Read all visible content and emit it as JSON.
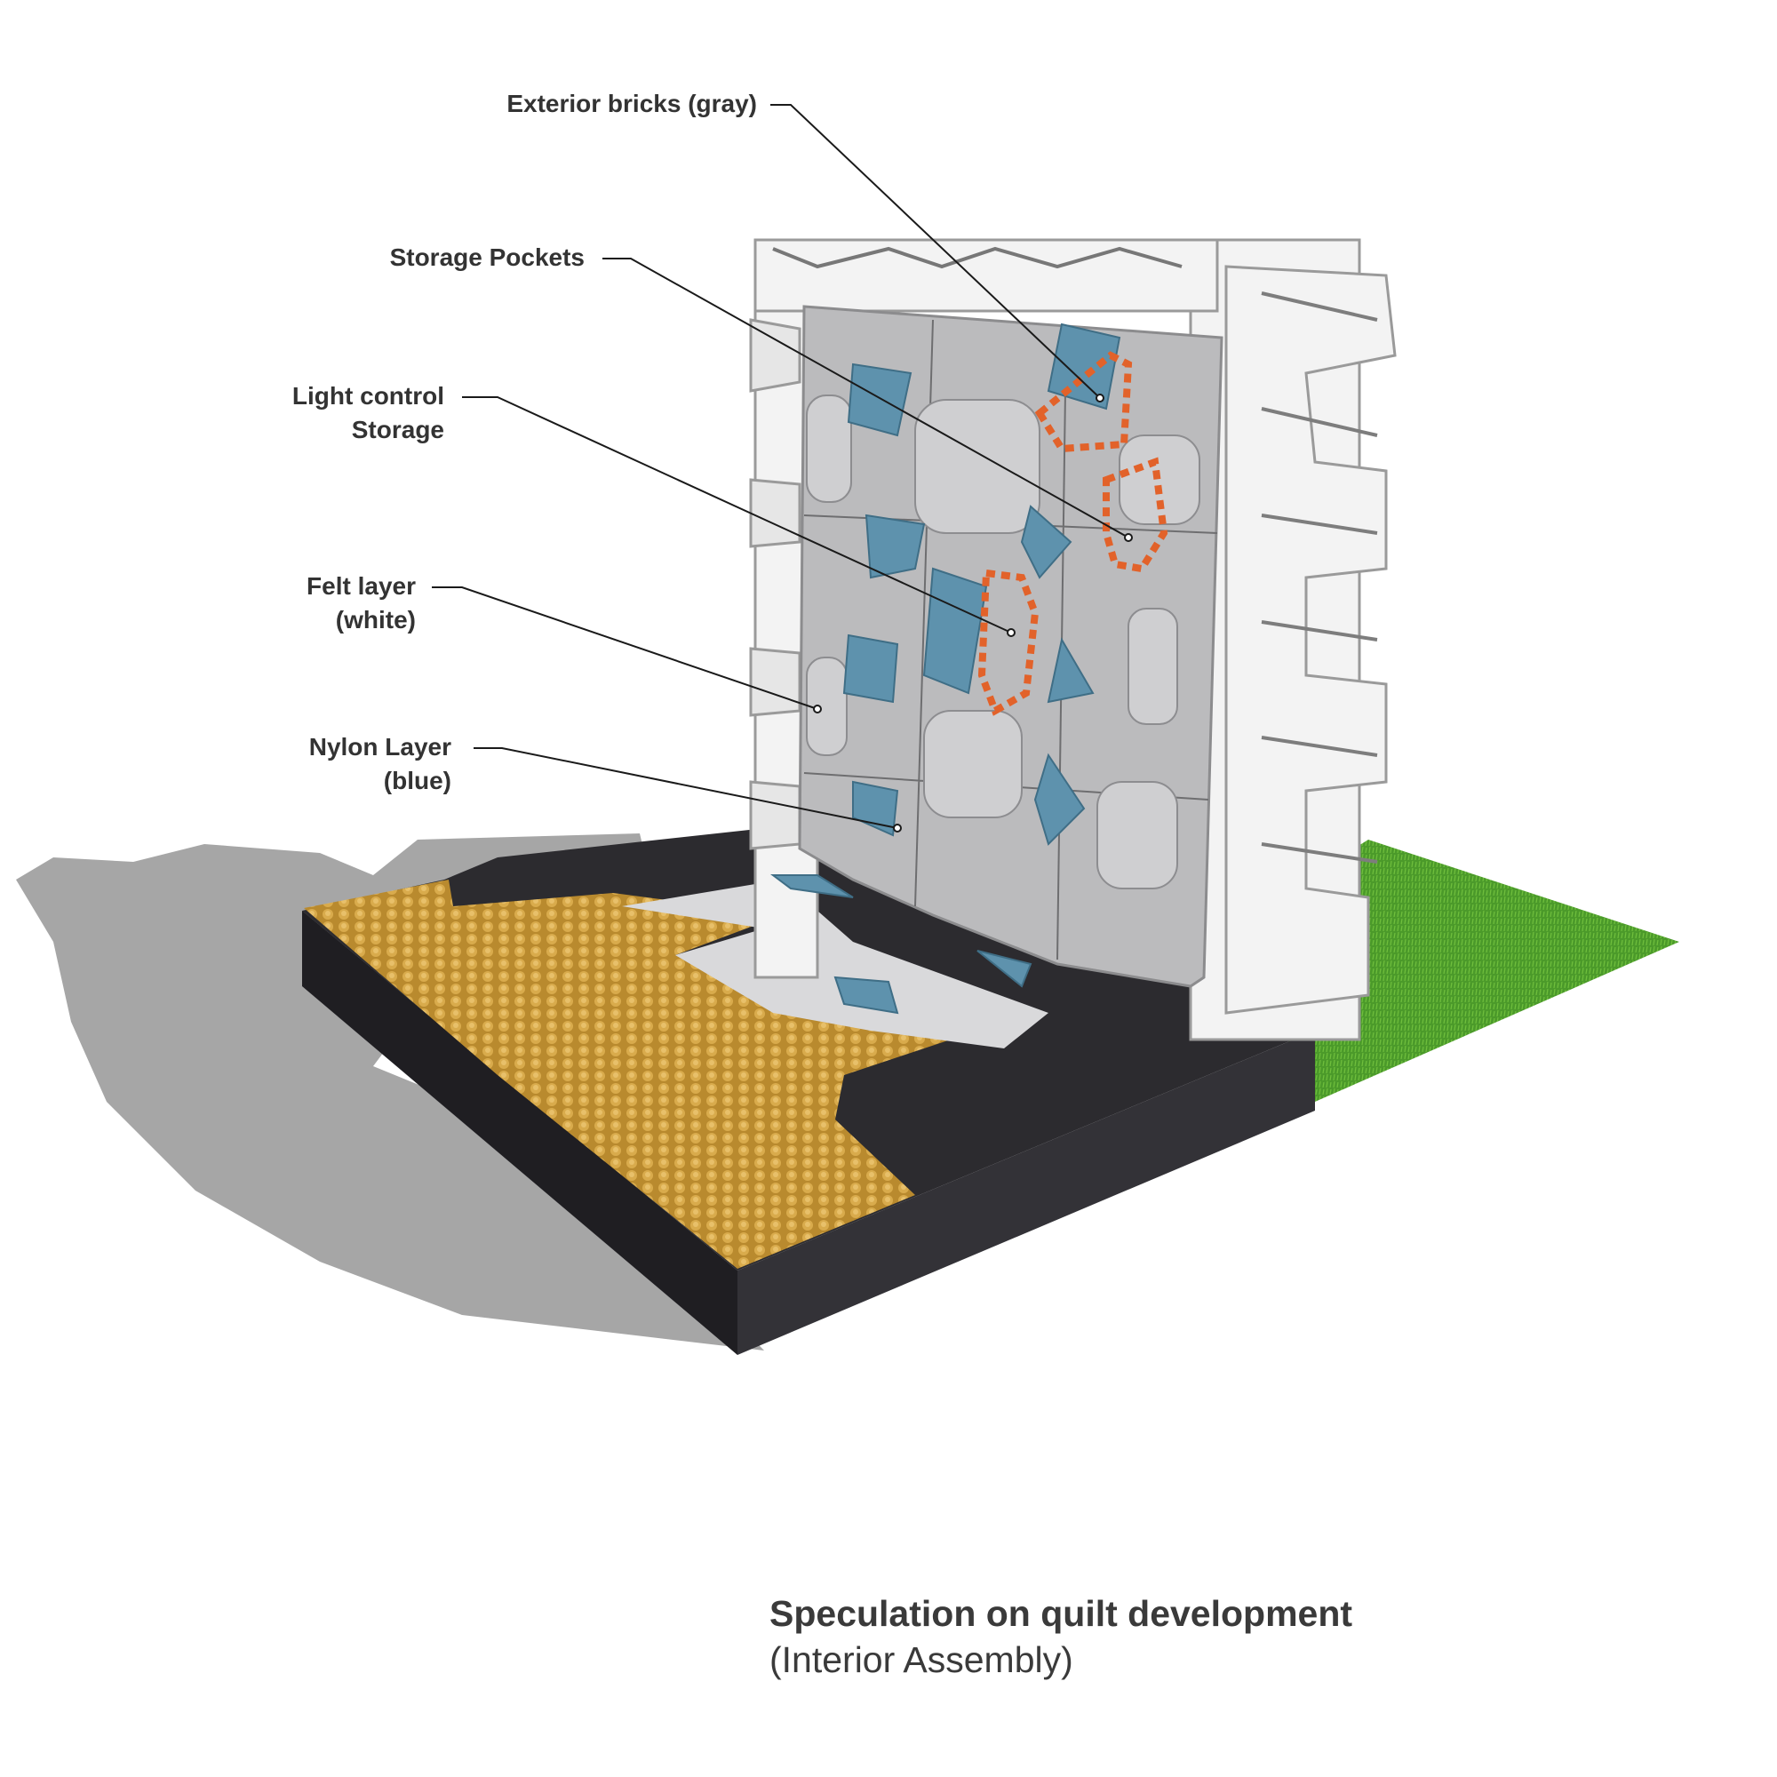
{
  "labels": {
    "exterior_bricks": "Exterior bricks (gray)",
    "storage_pockets": "Storage Pockets",
    "light_control_1": "Light control",
    "light_control_2": "Storage",
    "felt_layer_1": "Felt layer",
    "felt_layer_2": "(white)",
    "nylon_layer_1": "Nylon Layer",
    "nylon_layer_2": "(blue)"
  },
  "caption": {
    "title": "Speculation on quilt development",
    "subtitle": "(Interior Assembly)"
  },
  "colors": {
    "panel_gray": "#b9b9bb",
    "nylon_blue": "#5f93ad",
    "highlight_orange": "#e2622a",
    "floor_black": "#2b2a2e",
    "cork_gold": "#c99a3a",
    "grass_green": "#4e9a2e",
    "brick_white": "#f2f2f2",
    "shadow_gray": "#a7a7a7"
  }
}
